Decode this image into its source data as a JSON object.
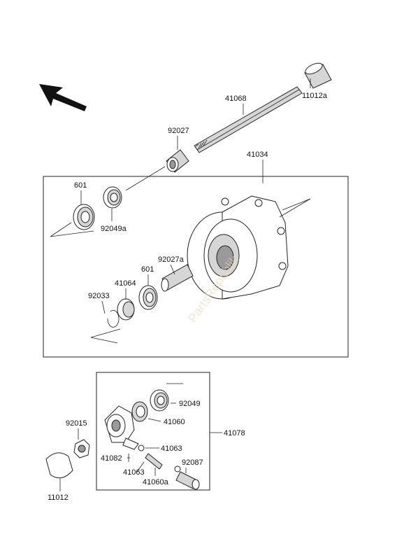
{
  "parts": {
    "p41068": "41068",
    "p11012a": "11012a",
    "p92027": "92027",
    "p41034": "41034",
    "p601_top": "601",
    "p92049a": "92049a",
    "p92027a": "92027a",
    "p601_mid": "601",
    "p41064": "41064",
    "p92033": "92033",
    "p92049": "92049",
    "p41060": "41060",
    "p41078": "41078",
    "p92015": "92015",
    "p41063_a": "41063",
    "p41082": "41082",
    "p41063_b": "41063",
    "p92087": "92087",
    "p41060a": "41060a",
    "p11012": "11012"
  },
  "watermark": "PartsRepublik",
  "icons": {
    "front_arrow": "arrow-icon"
  }
}
